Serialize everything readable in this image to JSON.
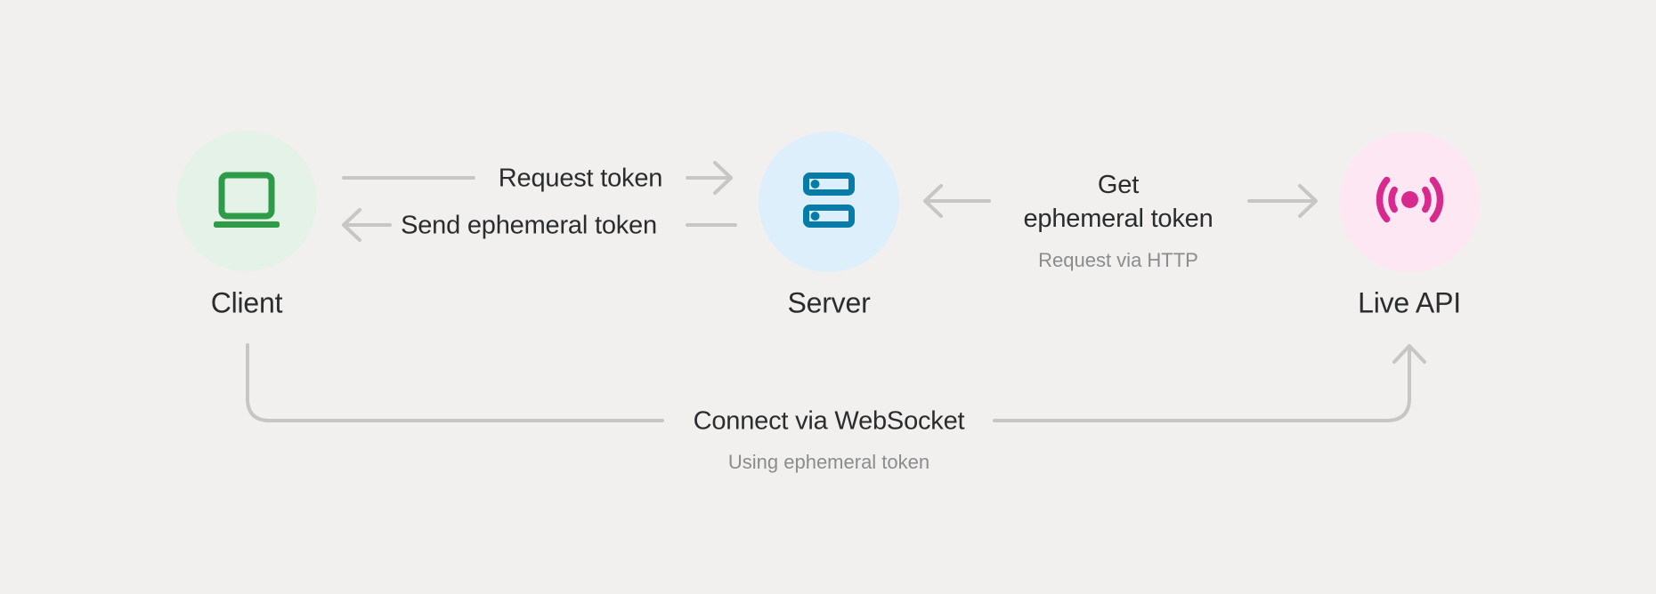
{
  "nodes": {
    "client": {
      "label": "Client",
      "icon": "laptop-icon",
      "circle_color": "#E5F2E7",
      "icon_color": "#2E9B49"
    },
    "server": {
      "label": "Server",
      "icon": "server-icon",
      "circle_color": "#DCEFFB",
      "icon_color": "#087CA8"
    },
    "live_api": {
      "label": "Live API",
      "icon": "broadcast-icon",
      "circle_color": "#FDE7F3",
      "icon_color": "#D8298C"
    }
  },
  "edges": {
    "request_token": {
      "label": "Request token",
      "direction": "client-to-server"
    },
    "send_ephemeral_token": {
      "label": "Send ephemeral token",
      "direction": "server-to-client"
    },
    "get_ephemeral_token": {
      "label_line1": "Get",
      "label_line2": "ephemeral token",
      "sublabel": "Request via HTTP",
      "direction": "server-to-live-api"
    },
    "connect_websocket": {
      "label": "Connect via WebSocket",
      "sublabel": "Using ephemeral token",
      "direction": "client-to-live-api"
    }
  },
  "colors": {
    "background": "#F1F0EE",
    "connector": "#C7C6C4",
    "text_primary": "#2A2C2E",
    "text_secondary": "#8A8C8D"
  }
}
